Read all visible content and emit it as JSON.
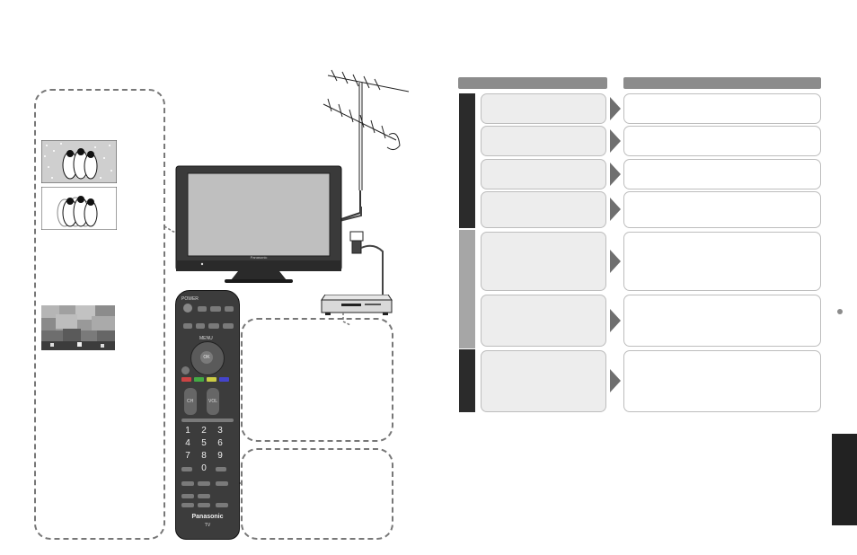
{
  "remote": {
    "power_label": "POWER",
    "menu_label": "MENU",
    "ok_label": "OK",
    "ch_label": "CH",
    "vol_label": "VOL",
    "brand": "Panasonic",
    "model": "TV",
    "number_keys": [
      "1",
      "2",
      "3",
      "4",
      "5",
      "6",
      "7",
      "8",
      "9",
      "0"
    ]
  },
  "tv": {
    "brand_text": "Panasonic"
  },
  "table": {
    "left_rows": 7,
    "right_rows": 7
  },
  "colors": {
    "header_gray": "#8c8c8c",
    "side_tab_dark": "#2b2b2b",
    "side_tab_light": "#a6a6a6",
    "arrow_gray": "#6f6f6f",
    "page_tab": "#222222"
  },
  "icons": [
    "antenna-icon",
    "tv-icon",
    "remote-control-icon",
    "set-top-box-icon",
    "hdmi-plug-icon",
    "penguin-illustration-icon",
    "arrow-right-icon"
  ]
}
